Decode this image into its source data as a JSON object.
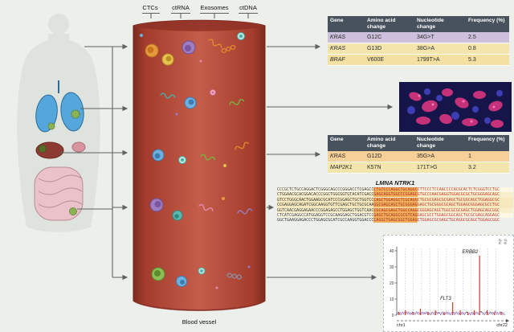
{
  "page": {
    "background": "#edefea"
  },
  "vessel": {
    "label": "Blood vessel",
    "color": "#bb5242",
    "edge_color": "#7e2a1f",
    "top_labels": [
      "CTCs",
      "ctRNA",
      "Exosomes",
      "ctDNA"
    ]
  },
  "tables": {
    "header_bg": "#47525c",
    "headers": [
      "Gene",
      "Amino acid change",
      "Nucleotide change",
      "Frequency (%)"
    ],
    "top": {
      "rows": [
        {
          "gene": "KRAS",
          "aa_change": "G12C",
          "nt_change": "34G>T",
          "frequency": "2.5",
          "bg": "#ccc0dc"
        },
        {
          "gene": "KRAS",
          "aa_change": "G13D",
          "nt_change": "38G>A",
          "frequency": "0.8",
          "bg": "#f4e5ad"
        },
        {
          "gene": "BRAF",
          "aa_change": "V600E",
          "nt_change": "1799T>A",
          "frequency": "5.3",
          "bg": "#f4e0a0"
        }
      ]
    },
    "middle": {
      "rows": [
        {
          "gene": "KRAS",
          "aa_change": "G12D",
          "nt_change": "35G>A",
          "frequency": "1",
          "bg": "#f6d096"
        },
        {
          "gene": "MAP2K1",
          "aa_change": "K57N",
          "nt_change": "171T>G",
          "frequency": "3.2",
          "bg": "#f4e5ad"
        }
      ]
    }
  },
  "alignment": {
    "title": "LMNA NTRK1",
    "rows": [
      {
        "left": "CCCGCTCTGCCAGGACTCGGGCAGCCCGGGACCTCGAGCC",
        "mid": "CTGTCCCAGGCTGCAGGC",
        "right": "CTTCCCTCCAACCCCACGCACTCTCGGGTCCTGC",
        "bg": "#fdf7e6"
      },
      {
        "left": "CTGGAACGCACGGACACCCGGCTGGCGGTGTACATCGACC",
        "mid": "GAGCAGGTGGCCCGGAGC",
        "right": "GTGCCCAACGAGGTGGACGCGCTGCGGGAGCAGC",
        "bg": "#f9eecb"
      },
      {
        "left": "GTCCTGGGCAACTGGAAGCGCATCCCGGAGCTGCTGGTCC",
        "mid": "CAGCTGGAGGCTCGCAGG",
        "right": "CTGCGCGAGCGCGAGCTGCGGCAGCTGGAGGCGC",
        "bg": "#f7e9bd"
      },
      {
        "left": "CCGAGGAGCAGATCGGCAAGGTGTTCGAGCTGCTGCGCAA",
        "mid": "GGCGAGCAGCTGCGGGAG",
        "right": "GAGCTGCGGGCGCAGCTGGAGCGGGAGCGCCTGC",
        "bg": "#f7e9bd"
      },
      {
        "left": "GGTCAACGAGGAGAACCCGGAGAGCCTGGAGCTGGTCAAC",
        "mid": "CGCAGCGAGCTGGCCAGG",
        "right": "CGGGAGCAGCTGGCGCGCGAGCTGGAGCAGCGGC",
        "bg": "#f9eecb"
      },
      {
        "left": "CTCATCGAGGCCATGGAGGTCCGCAAGGAGCTGGACGTCC",
        "mid": "GAGCTGCAGGCGCGTCAG",
        "right": "GAGCGCCTGGAGCGGCAGCTGCGCGAGCAGGAGC",
        "bg": "#fdf7e6"
      },
      {
        "left": "GGCTGAAGGAGACCCTGGAGCGCATCGCCAAGGTGGACCC",
        "mid": "CAGGCTGAGCGGCTGGAG",
        "right": "CTGGAGCGCGAGCTGCAGGCGCAGCTGGAGCGGC",
        "bg": "transparent"
      }
    ]
  },
  "cgh_plot": {
    "type": "scatter",
    "title": "",
    "yticks": [
      40,
      30,
      20,
      10,
      0
    ],
    "ylim": [
      0,
      40
    ],
    "x_start_label": "chr1",
    "x_end_label": "chr22",
    "side_labels": [
      "chx",
      "chy"
    ],
    "gridlines": 12,
    "dot_color": "#7b5ea7",
    "bar_color": "#cf3a28",
    "genes": [
      {
        "name": "ERBB2",
        "f": 0.77,
        "v": 37
      },
      {
        "name": "FLT3",
        "f": 0.52,
        "v": 8
      }
    ],
    "red_bars": [
      {
        "f": 0.02,
        "v": 2
      },
      {
        "f": 0.08,
        "v": 3
      },
      {
        "f": 0.15,
        "v": 2
      },
      {
        "f": 0.22,
        "v": 4
      },
      {
        "f": 0.29,
        "v": 2
      },
      {
        "f": 0.36,
        "v": 3
      },
      {
        "f": 0.44,
        "v": 2
      },
      {
        "f": 0.52,
        "v": 8
      },
      {
        "f": 0.59,
        "v": 3
      },
      {
        "f": 0.66,
        "v": 2
      },
      {
        "f": 0.72,
        "v": 3
      },
      {
        "f": 0.77,
        "v": 37
      },
      {
        "f": 0.84,
        "v": 3
      },
      {
        "f": 0.91,
        "v": 2
      },
      {
        "f": 0.97,
        "v": 2
      }
    ]
  }
}
